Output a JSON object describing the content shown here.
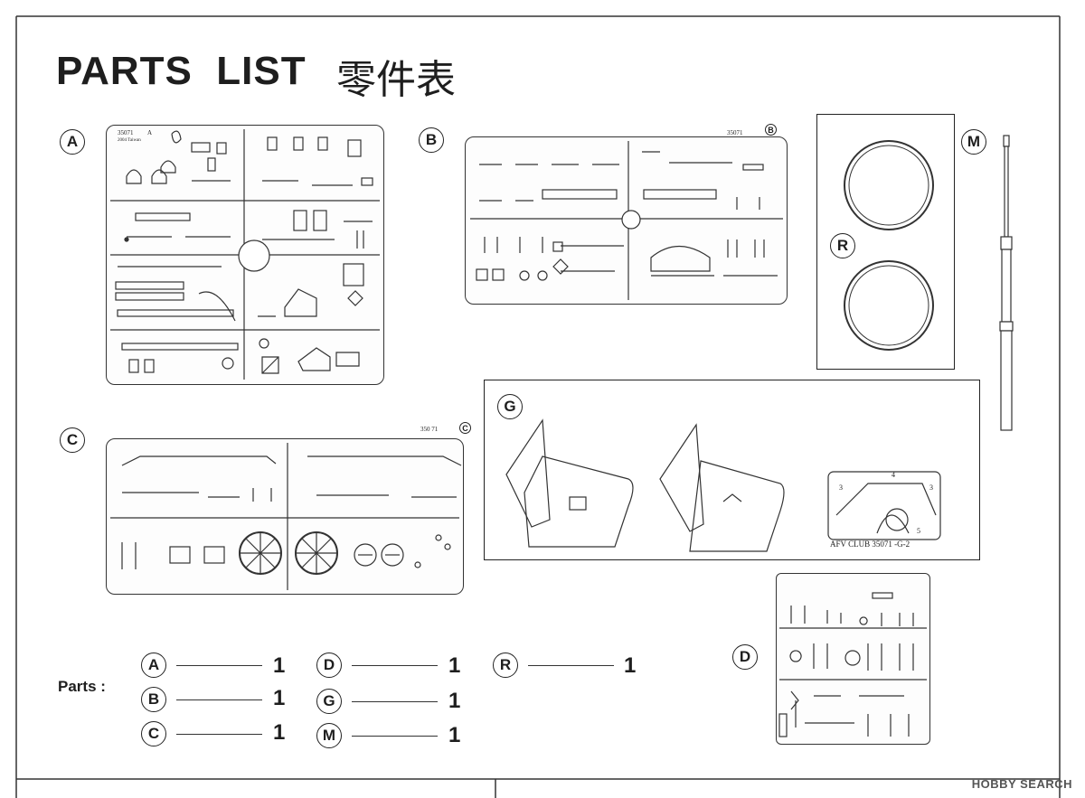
{
  "title": {
    "en": "PARTS  LIST",
    "cn": "零件表"
  },
  "sprues": {
    "A": {
      "letter": "A",
      "stamp": "35071",
      "stamp_letter": "A",
      "stamp2": "2004 Taiwan"
    },
    "B": {
      "letter": "B",
      "stamp": "35071",
      "stamp_letter": "B"
    },
    "C": {
      "letter": "C",
      "stamp": "350  71",
      "stamp_letter": "C"
    },
    "D": {
      "letter": "D"
    },
    "G": {
      "letter": "G",
      "stamp": "AFV CLUB 35071  -G-2",
      "num3a": "3",
      "num3b": "3",
      "num4": "4",
      "num5": "5"
    },
    "M": {
      "letter": "M"
    },
    "R": {
      "letter": "R"
    }
  },
  "parts_label": "Parts :",
  "parts_count": [
    {
      "letter": "A",
      "qty": "1"
    },
    {
      "letter": "B",
      "qty": "1"
    },
    {
      "letter": "C",
      "qty": "1"
    },
    {
      "letter": "D",
      "qty": "1"
    },
    {
      "letter": "G",
      "qty": "1"
    },
    {
      "letter": "M",
      "qty": "1"
    },
    {
      "letter": "R",
      "qty": "1"
    }
  ],
  "watermark": "HOBBY SEARCH"
}
